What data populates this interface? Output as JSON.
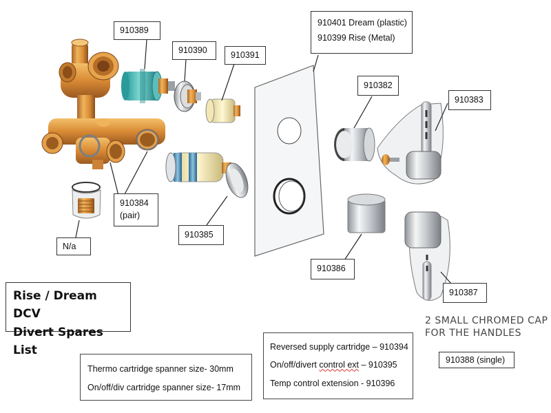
{
  "title": {
    "line1": "Rise / Dream DCV",
    "line2": "Divert Spares List"
  },
  "labels": {
    "p910389": "910389",
    "p910390": "910390",
    "p910391": "910391",
    "plate_line1": "910401 Dream (plastic)",
    "plate_line2": "910399 Rise (Metal)",
    "p910382": "910382",
    "p910383": "910383",
    "p910384_line1": "910384",
    "p910384_line2": "(pair)",
    "p910385": "910385",
    "na": "N/a",
    "p910386": "910386",
    "p910387": "910387",
    "p910388": "910388 (single)"
  },
  "notes": {
    "spanner1": "Thermo cartridge spanner size- 30mm",
    "spanner2": "On/off/div cartridge spanner size- 17mm",
    "extra1": "Reversed supply cartridge – 910394",
    "extra2_a": "On/off/divert ",
    "extra2_b": "control  ext",
    "extra2_c": " – 910395",
    "extra3": "Temp control extension - 910396"
  },
  "handwritten_caption": {
    "line1": "2 SMALL CHROMED CAP",
    "line2": "FOR THE HANDLES"
  }
}
